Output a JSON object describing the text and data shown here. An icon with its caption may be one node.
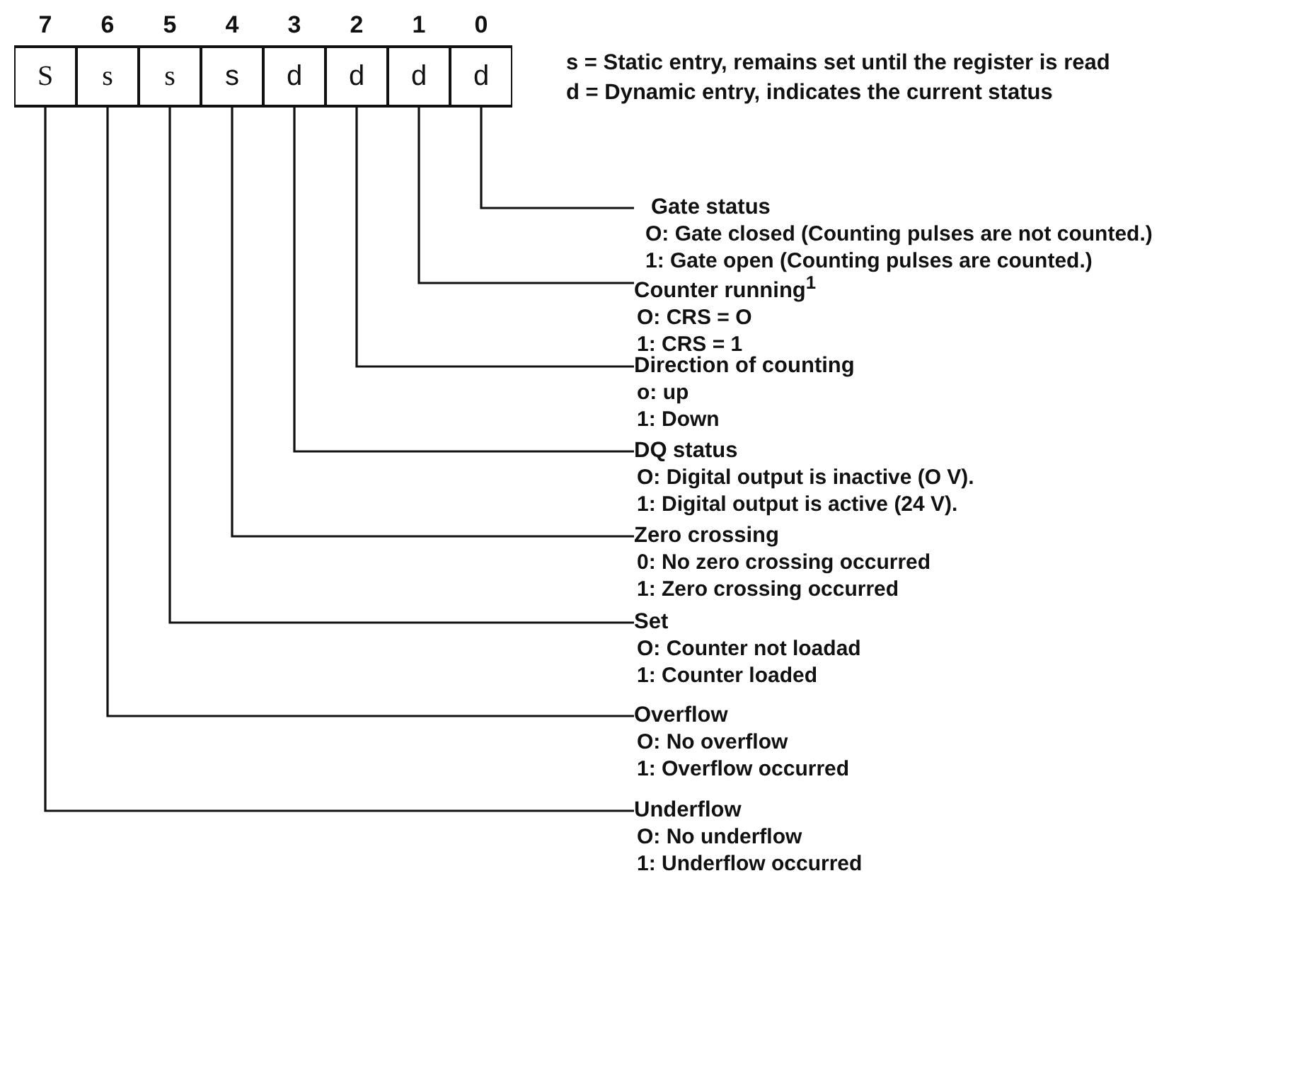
{
  "diagram": {
    "nodes": [
      {
        "text": [
          "S"
        ]
      },
      {
        "text": [
          "s"
        ]
      },
      {
        "text": [
          "s"
        ]
      },
      {
        "text": [
          "s"
        ]
      },
      {
        "text": [
          "d"
        ]
      },
      {
        "text": [
          "d"
        ]
      },
      {
        "text": [
          "d"
        ]
      },
      {
        "text": [
          "d"
        ]
      },
      {
        "text": [
          "Gate status",
          "O: Gate closed (Counting pulses are not counted.)",
          "1: Gate open (Counting pulses are counted.)"
        ]
      },
      {
        "text": [
          "Counter running$^{1}$",
          "O: CRS = O",
          "1: CRS = 1"
        ]
      },
      {
        "text": [
          "Direction of counting",
          "o: up",
          "1: Down"
        ]
      },
      {
        "text": [
          "DQ status",
          "O: Digital output is inactive (O V).",
          "1: Digital output is active (24 V)."
        ]
      },
      {
        "text": [
          "Zero crossing",
          "0: No zero crossing occurred",
          "1: Zero crossing occurred"
        ]
      },
      {
        "text": [
          "Set",
          "O: Counter not loadad",
          "1: Counter loaded"
        ]
      },
      {
        "text": [
          "Overflow",
          "O: No overflow",
          "1: Overflow occurred"
        ]
      },
      {
        "text": [
          "Underflow",
          "O: No underflow",
          "1: Underflow occurred"
        ]
      }
    ],
    "edges": [
      {
        "from": 7,
        "to": 8,
        "arrow": "none"
      },
      {
        "from": 6,
        "to": 9,
        "arrow": "none"
      },
      {
        "from": 5,
        "to": 10,
        "arrow": "none"
      },
      {
        "from": 4,
        "to": 11,
        "arrow": "none"
      },
      {
        "from": 3,
        "to": 12,
        "arrow": "none"
      },
      {
        "from": 2,
        "to": 13,
        "arrow": "none"
      },
      {
        "from": 1,
        "to": 14,
        "arrow": "none"
      },
      {
        "from": 0,
        "to": 15,
        "arrow": "none"
      }
    ],
    "labels": [
      "7",
      "6",
      "5",
      "4",
      "3",
      "2",
      "1",
      "0",
      "s = Static entry, remains set until the register is read",
      "d = Dynamic entry, indicates the current status"
    ]
  }
}
